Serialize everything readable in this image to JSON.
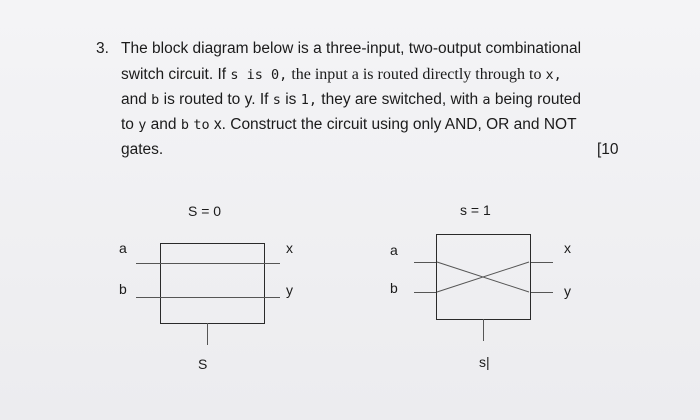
{
  "question": {
    "number": "3.",
    "line1": "The block diagram below is a three-input, two-output combinational",
    "line2": {
      "a": "switch circuit. If ",
      "s": "s",
      "b": " is ",
      "zero": "0,",
      "c": " the input a is routed directly through to ",
      "x": "x,"
    },
    "line3": {
      "a": "and ",
      "b": "b",
      "c": " is routed to y. If ",
      "s": "s",
      "d": " is ",
      "one": "1,",
      "e": " they are switched, with ",
      "a_var": "a",
      "f": " being routed"
    },
    "line4": {
      "a": "to ",
      "y": "y",
      "b": " and ",
      "bvar": "b",
      "c": " ",
      "to": "to",
      "d": " x. Construct the circuit using only AND, OR and NOT"
    },
    "line5": "gates.",
    "marks": "[10"
  },
  "diagram_left": {
    "title": "S = 0",
    "input_a": "a",
    "input_b": "b",
    "output_x": "x",
    "output_y": "y",
    "select": "S"
  },
  "diagram_right": {
    "title": "s = 1",
    "input_a": "a",
    "input_b": "b",
    "output_x": "x",
    "output_y": "y",
    "select": "s|"
  }
}
